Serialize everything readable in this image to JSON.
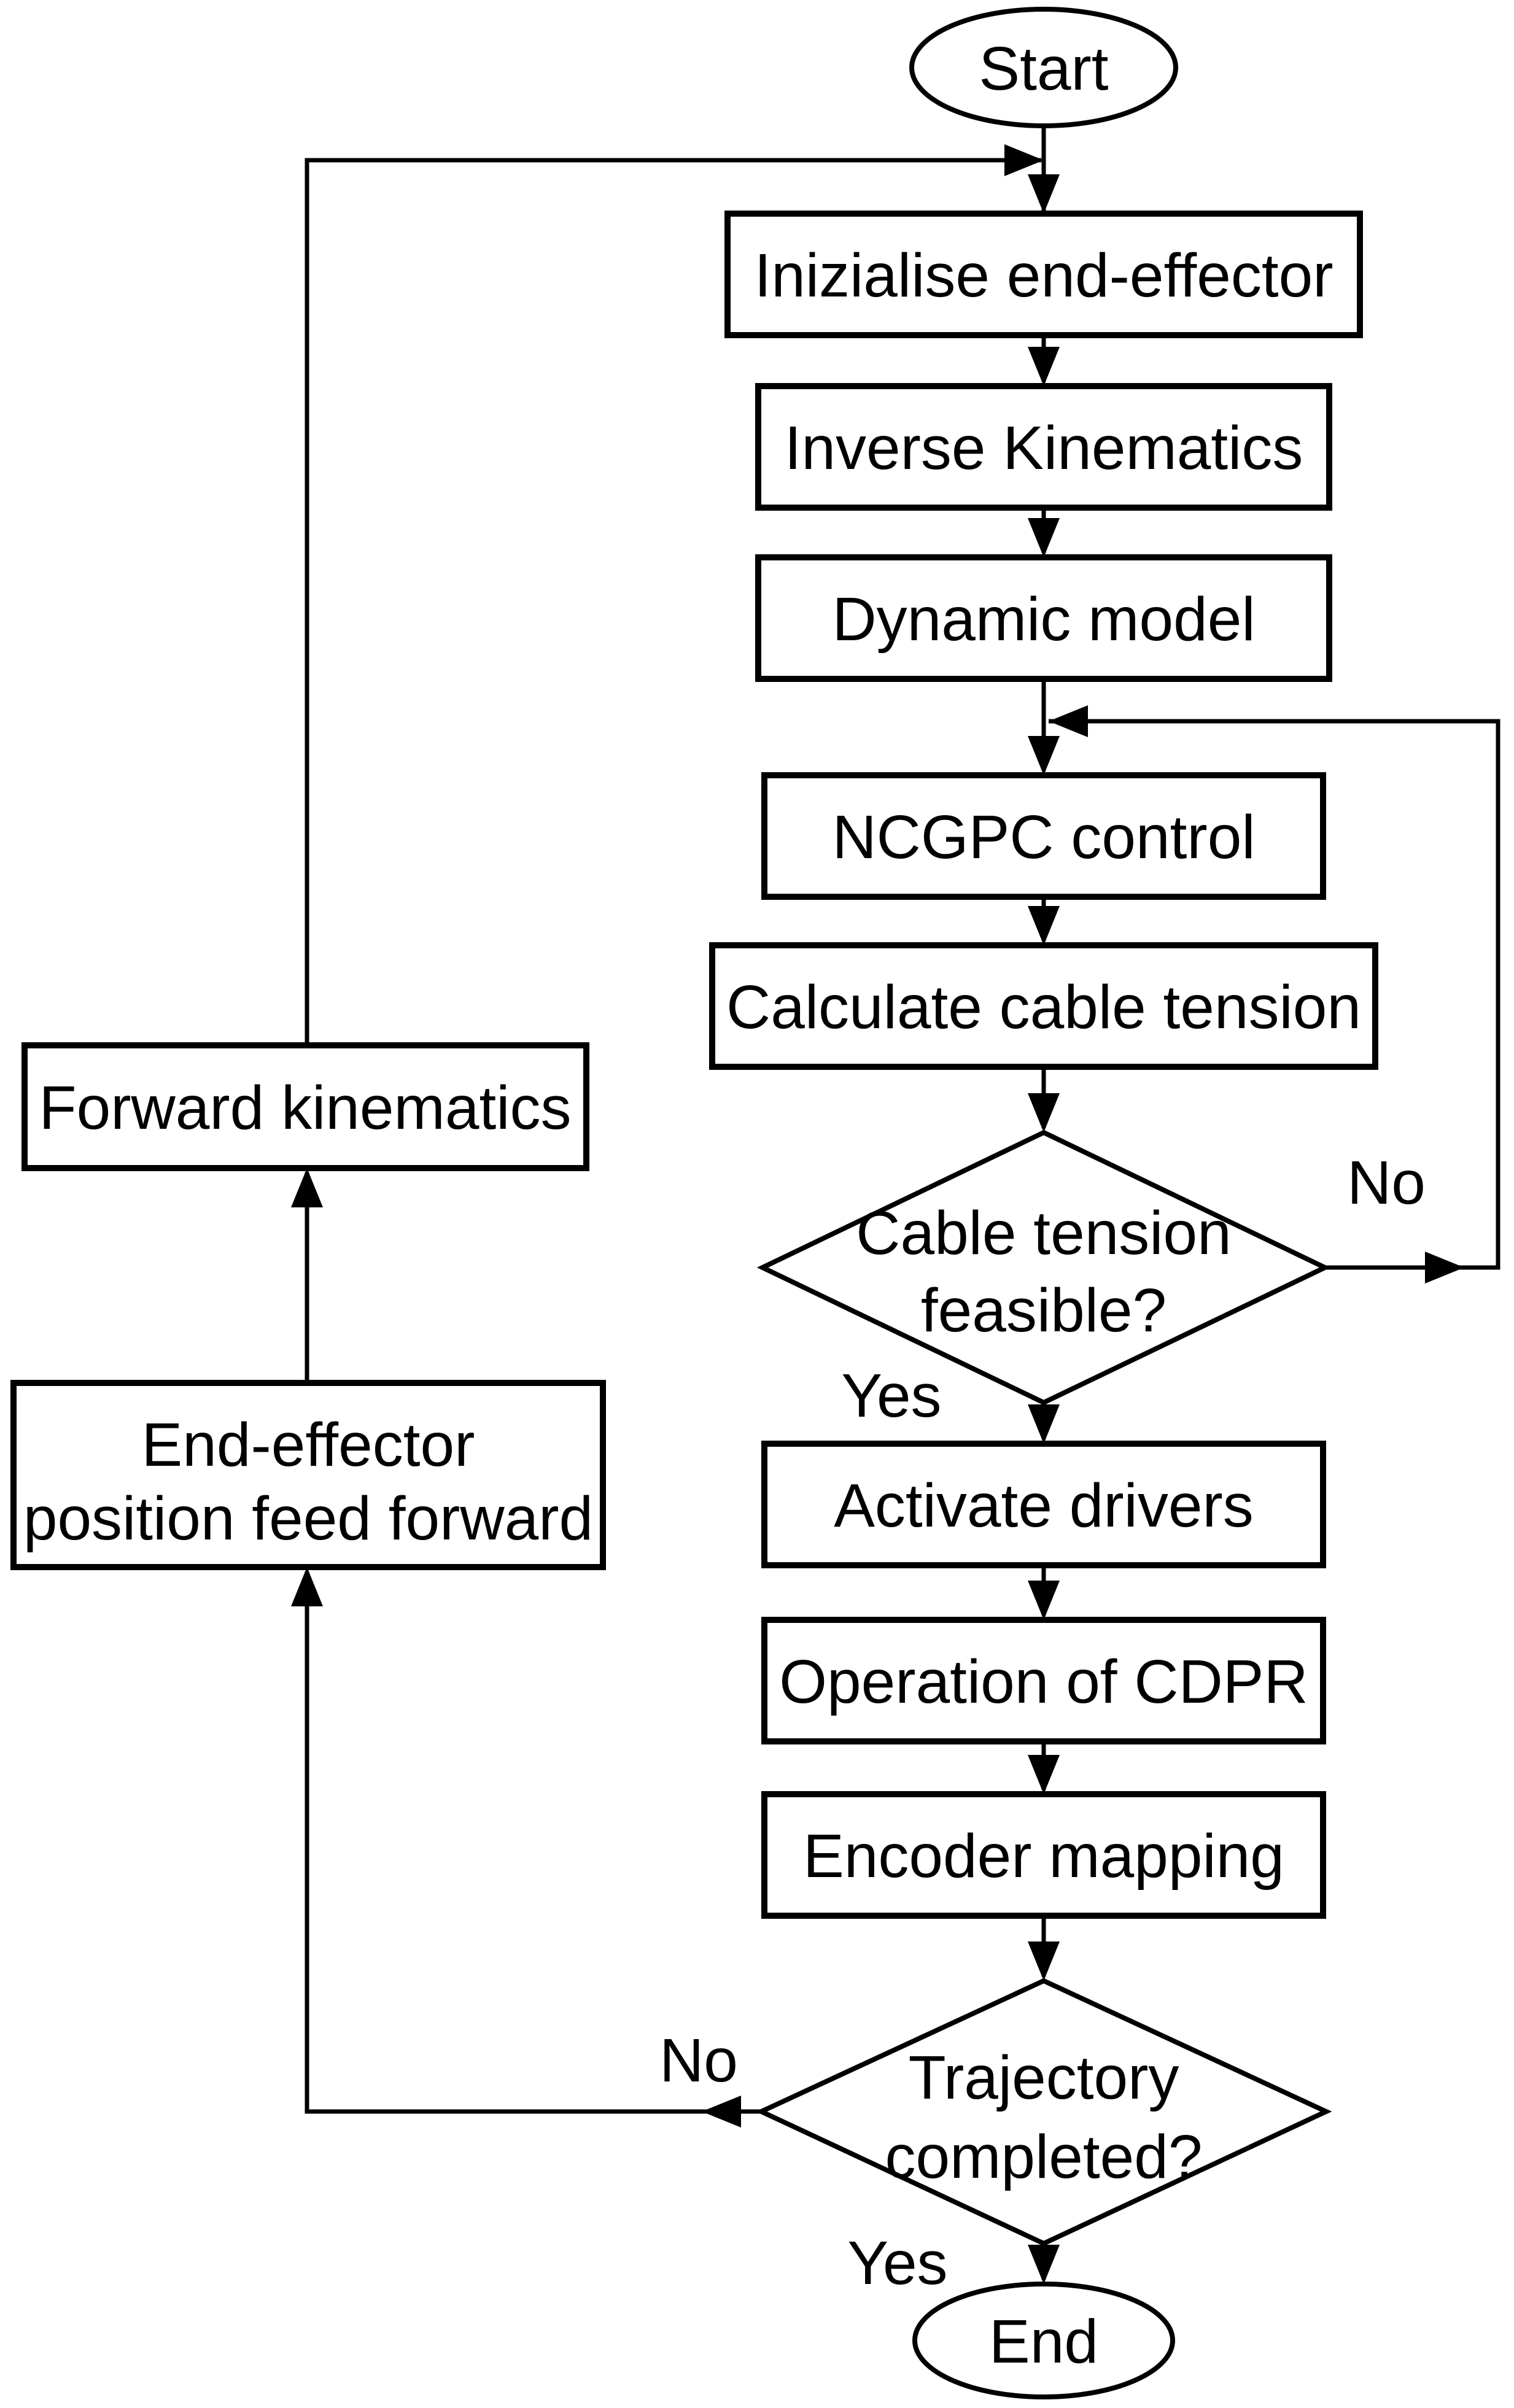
{
  "figure": {
    "type": "flowchart",
    "background_color": "#ffffff",
    "line_color": "#000000",
    "nodes": {
      "start": {
        "label": "Start",
        "shape": "terminator"
      },
      "initialise": {
        "label": "Inizialise end-effector",
        "shape": "process"
      },
      "inverse_kinematics": {
        "label": "Inverse Kinematics",
        "shape": "process"
      },
      "dynamic_model": {
        "label": "Dynamic model",
        "shape": "process"
      },
      "ncgpc_control": {
        "label": "NCGPC control",
        "shape": "process"
      },
      "calculate_cable_tension": {
        "label": "Calculate cable tension",
        "shape": "process"
      },
      "cable_tension_feasible": {
        "label_line1": "Cable tension",
        "label_line2": "feasible?",
        "shape": "decision"
      },
      "activate_drivers": {
        "label": "Activate drivers",
        "shape": "process"
      },
      "operation_of_cdpr": {
        "label": "Operation of CDPR",
        "shape": "process"
      },
      "encoder_mapping": {
        "label": "Encoder mapping",
        "shape": "process"
      },
      "trajectory_completed": {
        "label_line1": "Trajectory",
        "label_line2": "completed?",
        "shape": "decision"
      },
      "end": {
        "label": "End",
        "shape": "terminator"
      },
      "forward_kinematics": {
        "label": "Forward kinematics",
        "shape": "process"
      },
      "end_effector_feed_forward": {
        "label_line1": "End-effector",
        "label_line2": "position feed forward",
        "shape": "process"
      }
    },
    "edge_labels": {
      "cable_no": "No",
      "cable_yes": "Yes",
      "trajectory_no": "No",
      "trajectory_yes": "Yes"
    },
    "edges": [
      {
        "from": "start",
        "to": "initialise"
      },
      {
        "from": "initialise",
        "to": "inverse_kinematics"
      },
      {
        "from": "inverse_kinematics",
        "to": "dynamic_model"
      },
      {
        "from": "dynamic_model",
        "to": "ncgpc_control"
      },
      {
        "from": "ncgpc_control",
        "to": "calculate_cable_tension"
      },
      {
        "from": "calculate_cable_tension",
        "to": "cable_tension_feasible"
      },
      {
        "from": "cable_tension_feasible",
        "to": "ncgpc_control",
        "label": "No"
      },
      {
        "from": "cable_tension_feasible",
        "to": "activate_drivers",
        "label": "Yes"
      },
      {
        "from": "activate_drivers",
        "to": "operation_of_cdpr"
      },
      {
        "from": "operation_of_cdpr",
        "to": "encoder_mapping"
      },
      {
        "from": "encoder_mapping",
        "to": "trajectory_completed"
      },
      {
        "from": "trajectory_completed",
        "to": "end_effector_feed_forward",
        "label": "No"
      },
      {
        "from": "trajectory_completed",
        "to": "end",
        "label": "Yes"
      },
      {
        "from": "end_effector_feed_forward",
        "to": "forward_kinematics"
      },
      {
        "from": "forward_kinematics",
        "to": "initialise"
      }
    ]
  }
}
